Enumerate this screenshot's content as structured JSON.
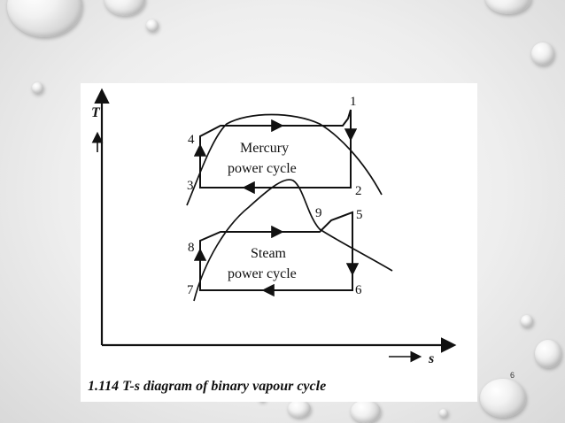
{
  "slide": {
    "page_number": "6"
  },
  "figure": {
    "caption": "1.114 T-s diagram of binary vapour cycle",
    "axis_y_label": "T",
    "axis_x_label": "s",
    "mercury_label_line1": "Mercury",
    "mercury_label_line2": "power cycle",
    "steam_label_line1": "Steam",
    "steam_label_line2": "power cycle",
    "points": {
      "p1": "1",
      "p2": "2",
      "p3": "3",
      "p4": "4",
      "p5": "5",
      "p6": "6",
      "p7": "7",
      "p8": "8",
      "p9": "9"
    }
  },
  "decoration": {
    "drop_icon": "water-drop-icon"
  }
}
